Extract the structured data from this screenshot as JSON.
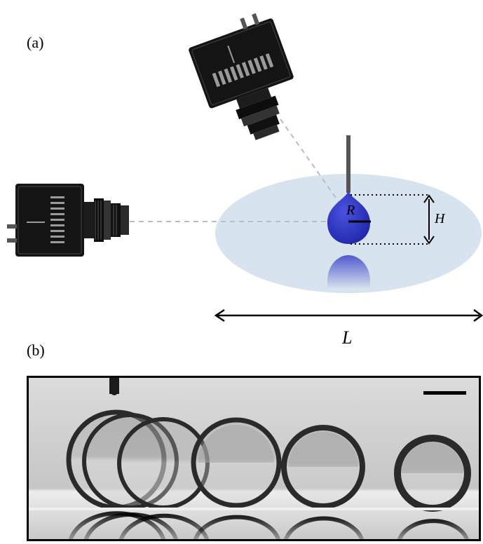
{
  "panels": {
    "a": {
      "label": "(a)",
      "symbols": {
        "radius": "R",
        "height": "H",
        "length": "L"
      }
    },
    "b": {
      "label": "(b)"
    }
  },
  "colors": {
    "droplet": "#2c33c4",
    "bath": "#d7e3ee",
    "camera_body": "#111111",
    "photo_background": "#c9c9c9"
  },
  "icons": [
    "side-camera-icon",
    "top-camera-icon",
    "droplet-icon",
    "scale-bar"
  ]
}
